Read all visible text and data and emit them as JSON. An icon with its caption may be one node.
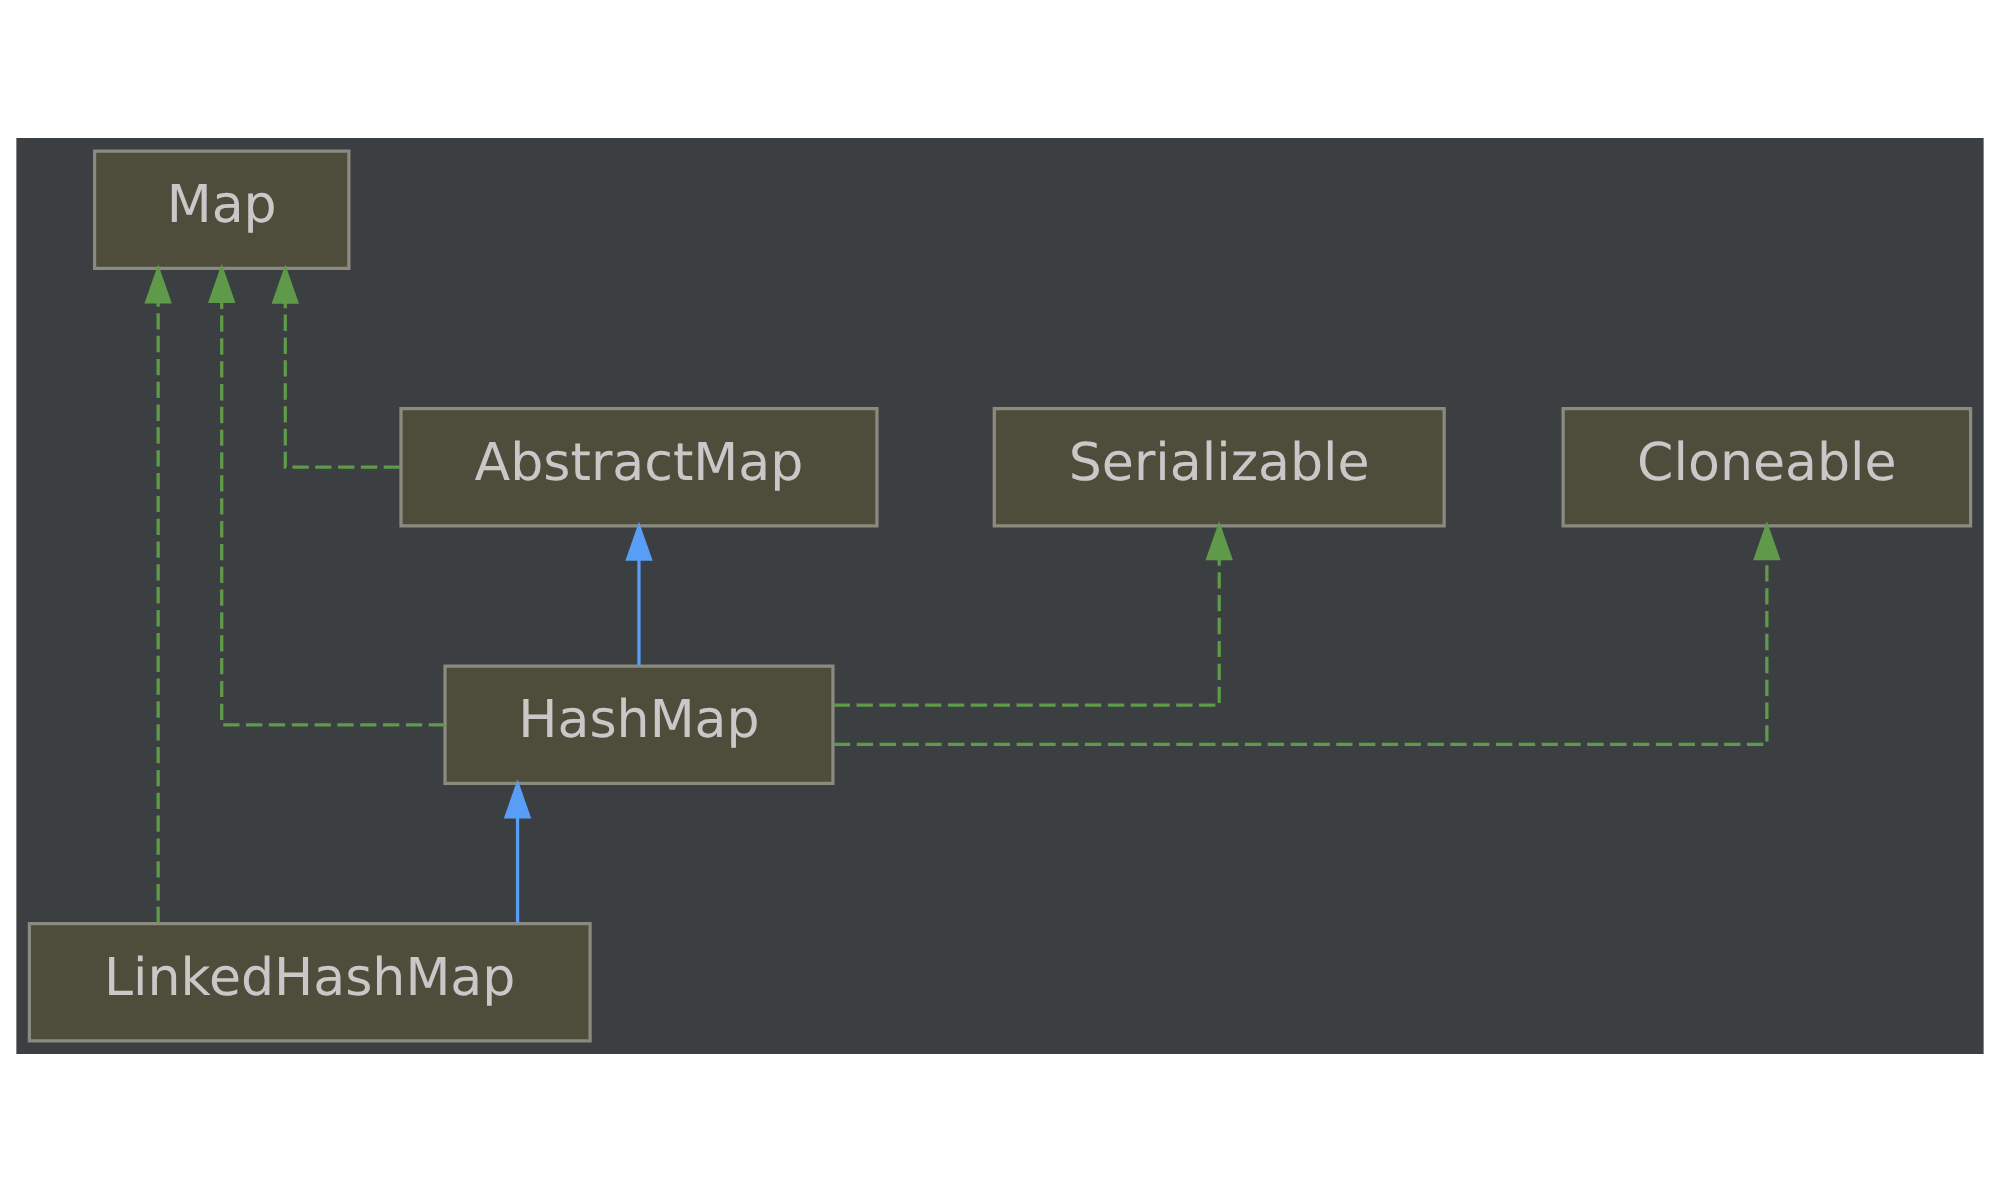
{
  "diagram": {
    "nodes": [
      {
        "text": [
          "Map"
        ]
      },
      {
        "text": [
          "AbstractMap"
        ]
      },
      {
        "text": [
          "Serializable"
        ]
      },
      {
        "text": [
          "Cloneable"
        ]
      },
      {
        "text": [
          "HashMap"
        ]
      },
      {
        "text": [
          "LinkedHashMap"
        ]
      }
    ],
    "edges": [
      {
        "from": 1,
        "to": 0,
        "arrow": "to",
        "style": "dashed"
      },
      {
        "from": 4,
        "to": 0,
        "arrow": "to",
        "style": "dashed"
      },
      {
        "from": 4,
        "to": 1,
        "arrow": "to",
        "color": "#589df6"
      },
      {
        "from": 4,
        "to": 2,
        "arrow": "to",
        "style": "dashed"
      },
      {
        "from": 4,
        "to": 3,
        "arrow": "to",
        "style": "dashed"
      },
      {
        "from": 5,
        "to": 4,
        "arrow": "to",
        "color": "#589df6"
      },
      {
        "from": 5,
        "to": 0,
        "arrow": "to",
        "style": "dashed"
      }
    ]
  }
}
